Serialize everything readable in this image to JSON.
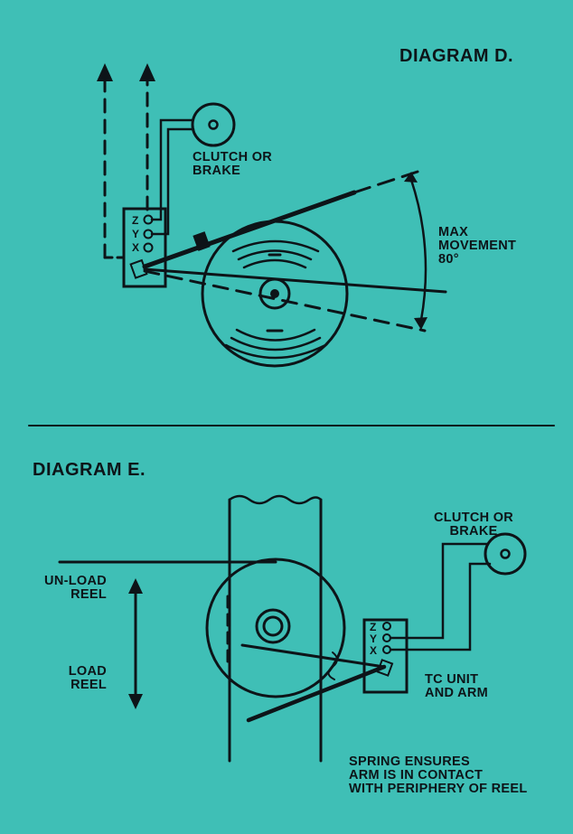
{
  "diagram_d": {
    "title": "DIAGRAM D.",
    "clutch_label": [
      "CLUTCH OR",
      "BRAKE"
    ],
    "max_movement": [
      "MAX",
      "MOVEMENT",
      "80°"
    ],
    "terminals": [
      "Z",
      "Y",
      "X"
    ]
  },
  "diagram_e": {
    "title": "DIAGRAM E.",
    "clutch_label": [
      "CLUTCH OR",
      "BRAKE"
    ],
    "unload_label": [
      "UN-LOAD",
      "REEL"
    ],
    "load_label": [
      "LOAD",
      "REEL"
    ],
    "tc_label": [
      "TC UNIT",
      "AND ARM"
    ],
    "spring_note": [
      "SPRING ENSURES",
      "ARM IS IN CONTACT",
      "WITH PERIPHERY OF REEL"
    ],
    "terminals": [
      "Z",
      "Y",
      "X"
    ]
  },
  "colors": {
    "background": "#3fbfb6",
    "ink": "#0d1418"
  }
}
